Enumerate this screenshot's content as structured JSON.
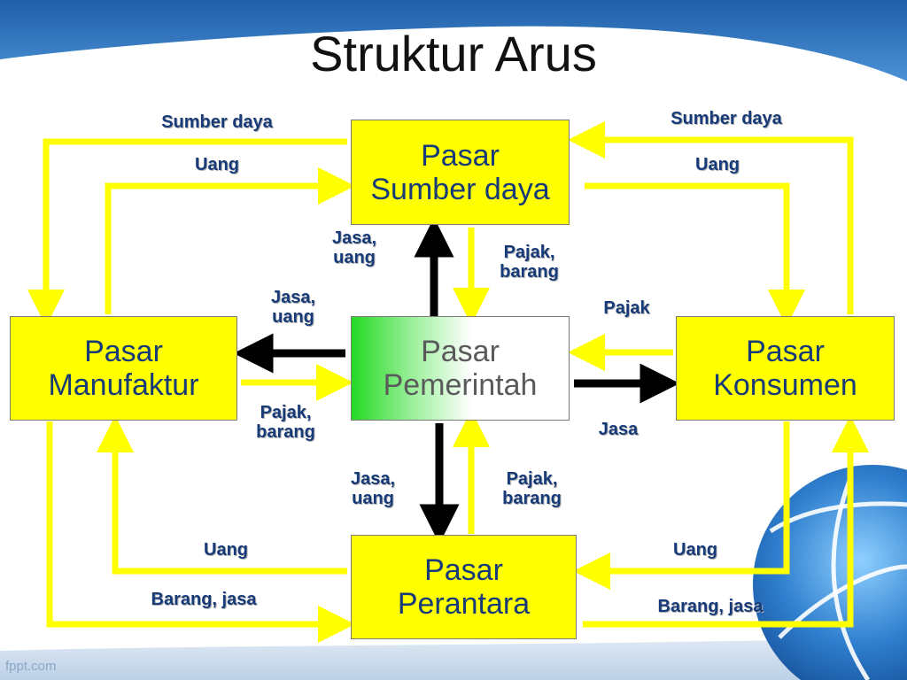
{
  "slide": {
    "title": "Struktur Arus",
    "footer": "fppt.com",
    "colors": {
      "box_fill": "#ffff00",
      "box_text": "#173a78",
      "flow_yellow": "#ffff00",
      "flow_black": "#000000",
      "gov_gradient_start": "#24d924",
      "template_blue": "#2f7fcf"
    }
  },
  "nodes": {
    "sumber_daya": "Pasar\nSumber daya",
    "manufaktur": "Pasar\nManufaktur",
    "pemerintah": "Pasar\nPemerintah",
    "konsumen": "Pasar\nKonsumen",
    "perantara": "Pasar\nPerantara"
  },
  "labels": {
    "top_left_sumber_daya": "Sumber daya",
    "top_left_uang": "Uang",
    "top_right_sumber_daya": "Sumber daya",
    "top_right_uang": "Uang",
    "center_top_jasa_uang": "Jasa,\nuang",
    "center_top_pajak_barang": "Pajak,\nbarang",
    "left_jasa_uang": "Jasa,\nuang",
    "left_pajak_barang": "Pajak,\nbarang",
    "right_pajak": "Pajak",
    "right_jasa": "Jasa",
    "center_bottom_jasa_uang": "Jasa,\nuang",
    "center_bottom_pajak_barang": "Pajak,\nbarang",
    "bottom_left_uang": "Uang",
    "bottom_left_barang_jasa": "Barang, jasa",
    "bottom_right_uang": "Uang",
    "bottom_right_barang_jasa": "Barang, jasa"
  }
}
